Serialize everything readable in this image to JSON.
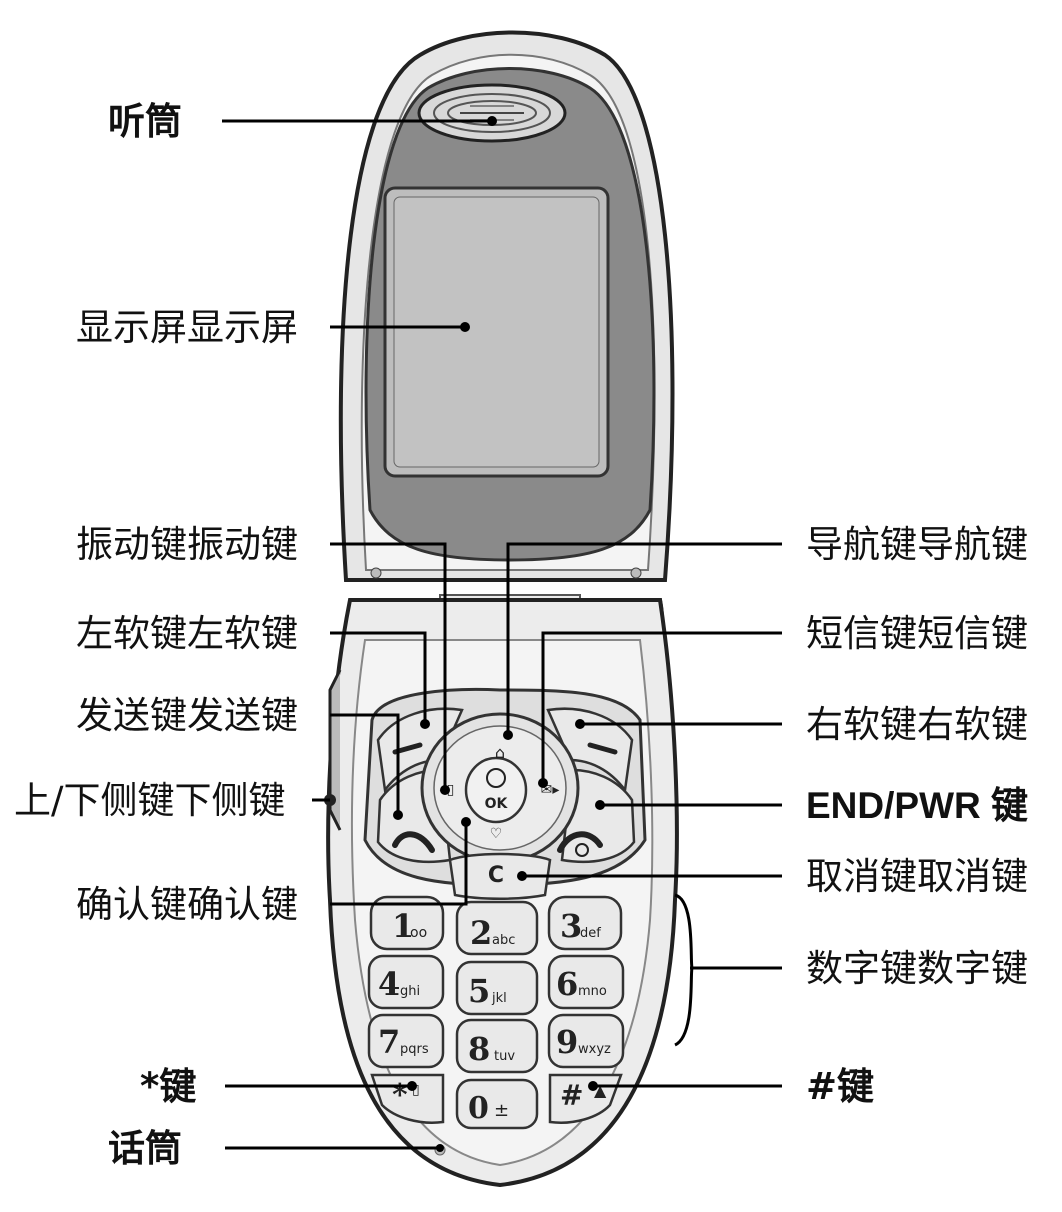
{
  "labels": {
    "earpiece": "听筒",
    "display": "显示屏显示屏",
    "vibrate_key": "振动键振动键",
    "left_soft_key": "左软键左软键",
    "send_key": "发送键发送键",
    "side_keys": "上/下侧键下侧键",
    "ok_key": "确认键确认键",
    "star_key": "*键",
    "microphone": "话筒",
    "nav_key": "导航键导航键",
    "sms_key": "短信键短信键",
    "right_soft_key": "右软键右软键",
    "end_pwr_key": "END/PWR 键",
    "cancel_key": "取消键取消键",
    "number_keys": "数字键数字键",
    "hash_key": "#键"
  },
  "keypad": {
    "ok": "OK",
    "clear": "C",
    "keys": [
      {
        "digit": "1",
        "sub": "oo"
      },
      {
        "digit": "2",
        "sub": "abc"
      },
      {
        "digit": "3",
        "sub": "def"
      },
      {
        "digit": "4",
        "sub": "ghi"
      },
      {
        "digit": "5",
        "sub": "jkl"
      },
      {
        "digit": "6",
        "sub": "mno"
      },
      {
        "digit": "7",
        "sub": "pqrs"
      },
      {
        "digit": "8",
        "sub": "tuv"
      },
      {
        "digit": "9",
        "sub": "wxyz"
      },
      {
        "digit": "*",
        "sub": ""
      },
      {
        "digit": "0",
        "sub": "±"
      },
      {
        "digit": "#",
        "sub": ""
      }
    ]
  },
  "colors": {
    "outline": "#222222",
    "body_light": "#ececec",
    "body_mid": "#dcdcdc",
    "bezel": "#8a8a8a",
    "screen": "#b9b9b9",
    "leader": "#000000"
  }
}
